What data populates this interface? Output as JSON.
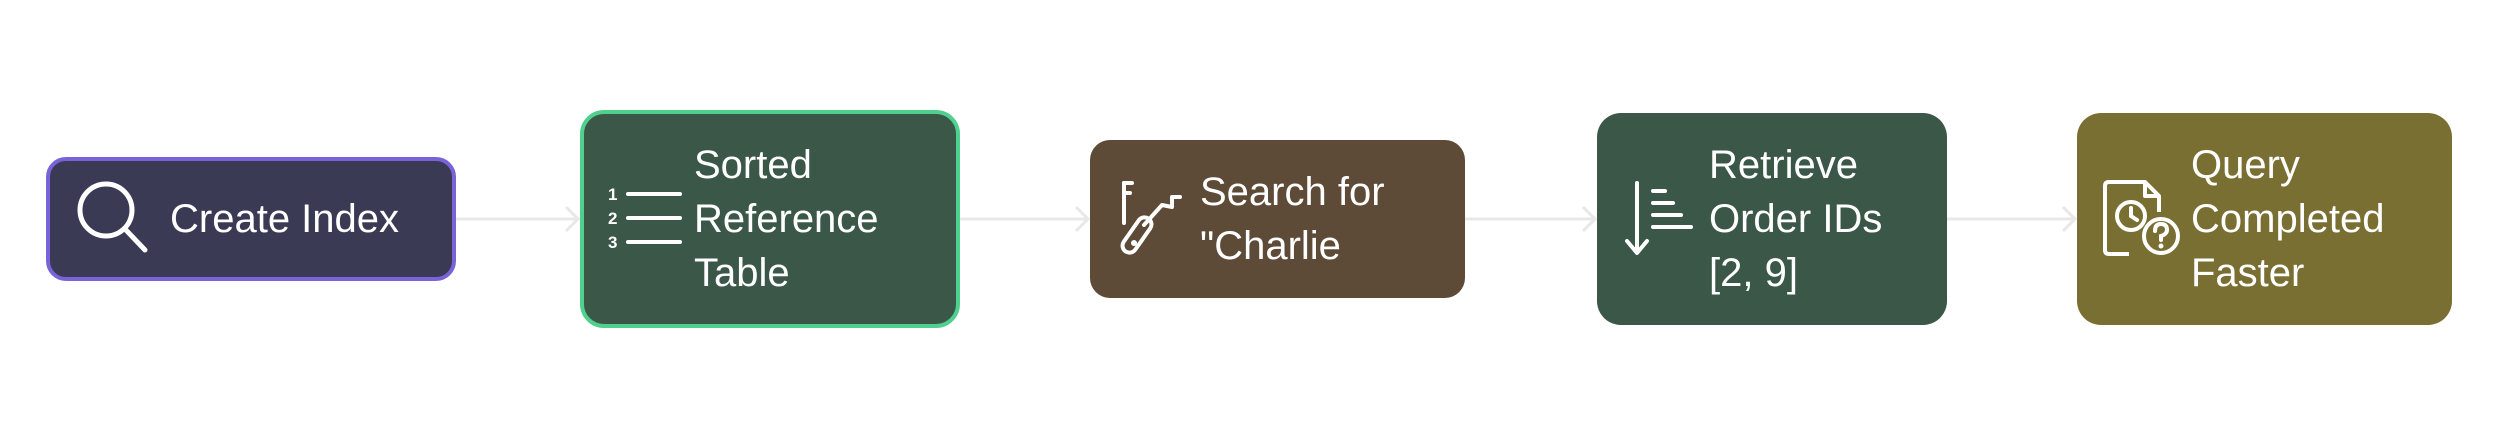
{
  "nodes": [
    {
      "id": "create-index",
      "label": "Create Index",
      "icon": "search-icon"
    },
    {
      "id": "sorted-reference-table",
      "label": "Sorted\nReference\nTable",
      "icon": "numbered-list-icon"
    },
    {
      "id": "search-charlie",
      "label": "Search for\n\"Charlie",
      "icon": "pick-tool-icon"
    },
    {
      "id": "retrieve-order-ids",
      "label": "Retrieve\nOrder IDs\n[2, 9]",
      "icon": "sort-descending-icon"
    },
    {
      "id": "query-completed",
      "label": "Query\nCompleted\nFaster",
      "icon": "document-clock-question-icon"
    }
  ],
  "edges": [
    {
      "from": "create-index",
      "to": "sorted-reference-table"
    },
    {
      "from": "sorted-reference-table",
      "to": "search-charlie"
    },
    {
      "from": "search-charlie",
      "to": "retrieve-order-ids"
    },
    {
      "from": "retrieve-order-ids",
      "to": "query-completed"
    }
  ],
  "colors": {
    "node_1_fill": "#3b3a54",
    "node_1_border": "#7a62d8",
    "node_2_fill": "#3a5748",
    "node_2_border": "#4fd08e",
    "node_3_fill": "#5d4a37",
    "node_4_fill": "#3a5748",
    "node_5_fill": "#7a6f33",
    "connector": "#e8e8e8",
    "text": "#ffffff"
  }
}
